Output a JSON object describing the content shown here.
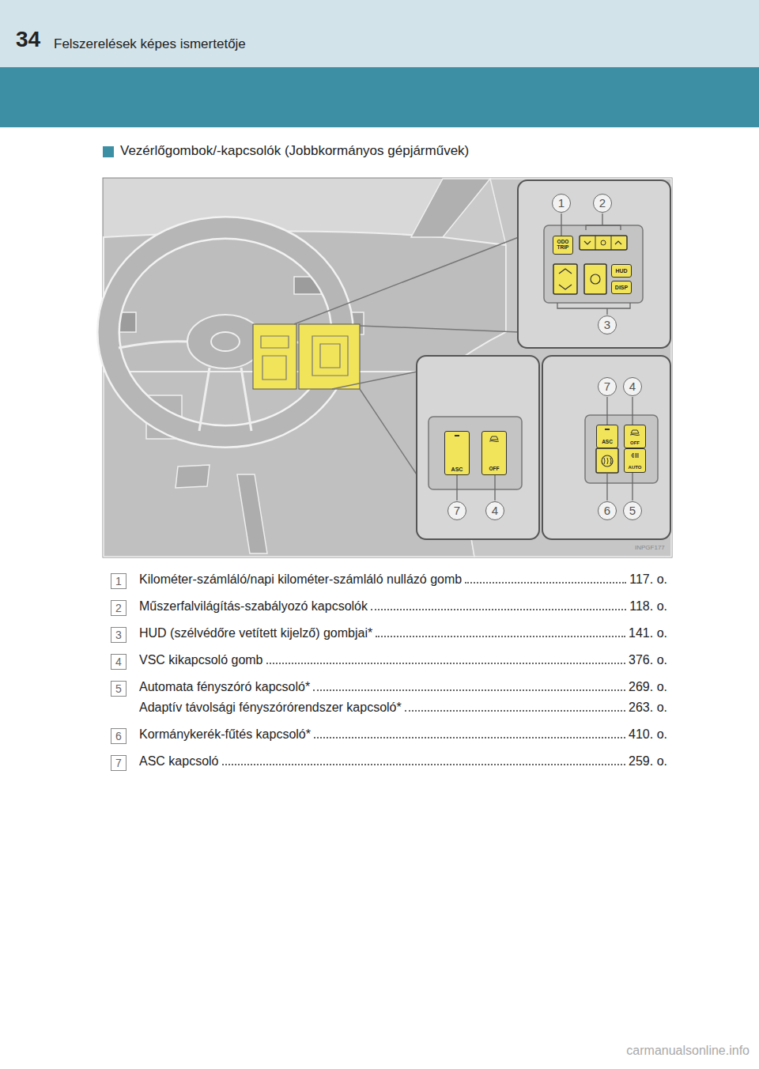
{
  "diagram": {
    "title": "Vezérlőgombok/-kapcsolók (Jobbkormányos gépjárművek)",
    "nodes": [
      {
        "text": [
          "ODO TRIP"
        ]
      },
      {
        "text": [
          "HUD"
        ]
      },
      {
        "text": [
          "DISP"
        ]
      },
      {
        "text": [
          "ASC"
        ]
      },
      {
        "text": [
          "OFF"
        ]
      },
      {
        "text": [
          "ASC"
        ]
      },
      {
        "text": [
          "OFF"
        ]
      },
      {
        "text": [
          "AUTO"
        ]
      },
      {
        "text": [
          "1"
        ]
      },
      {
        "text": [
          "2"
        ]
      },
      {
        "text": [
          "3"
        ]
      },
      {
        "text": [
          "4"
        ]
      },
      {
        "text": [
          "5"
        ]
      },
      {
        "text": [
          "6"
        ]
      },
      {
        "text": [
          "7"
        ]
      }
    ],
    "labels": [
      "34",
      "Felszerelések képes ismertetője",
      "1",
      "2",
      "3",
      "7",
      "4",
      "7",
      "4",
      "6",
      "5",
      "INPGF177",
      "Kilométer-számláló/napi kilométer-számláló nullázó gomb",
      "117. o.",
      "Műszerfalvilágítás-szabályozó kapcsolók",
      "118. o.",
      "HUD (szélvédőre vetített kijelző) gombjai*",
      "141. o.",
      "VSC kikapcsoló gomb",
      "376. o.",
      "Automata fényszóró kapcsoló*",
      "269. o.",
      "Adaptív távolsági fényszórórendszer kapcsoló*",
      "263. o.",
      "Kormánykerék-fűtés kapcsoló*",
      "410. o.",
      "ASC kapcsoló",
      "259. o.",
      "carmanualsonline.info"
    ]
  }
}
